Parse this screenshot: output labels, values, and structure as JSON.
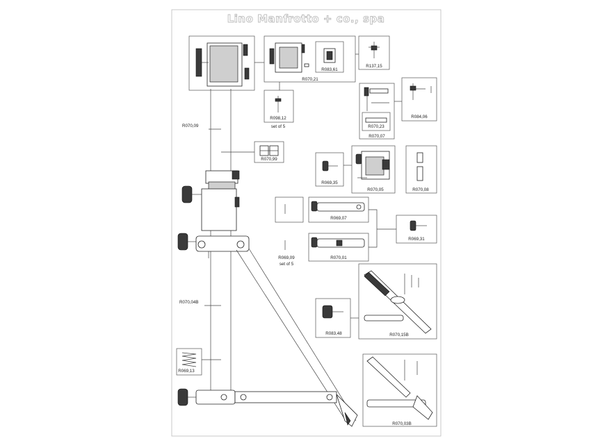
{
  "header": {
    "title": "Lino Manfrotto + co., spa"
  },
  "parts": {
    "r070_21": "R070,21",
    "r083_61": "R083,61",
    "r137_15": "R137,15",
    "r098_12": "R098,12",
    "r098_12_note": "set of 5",
    "r070_09": "R070,09",
    "r070_99": "R070,99",
    "r070_23": "R070,23",
    "r084_06": "R084,06",
    "r070_07": "R070,07",
    "r069_35": "R069,35",
    "r070_05": "R070,05",
    "r070_08": "R070,08",
    "r069_07": "R069,07",
    "r069_31": "R069,31",
    "r069_09": "R069,09",
    "r069_09_note": "set of 5",
    "r070_01": "R070,01",
    "r070_04b": "R070,04B",
    "r083_48": "R083,48",
    "r070_15b": "R070,15B",
    "r069_13": "R069,13",
    "r070_03b": "R070,03B"
  },
  "colors": {
    "line": "#444444",
    "fill_dark": "#3a3a3a",
    "fill_grey": "#cfcfcf",
    "background": "#ffffff"
  }
}
